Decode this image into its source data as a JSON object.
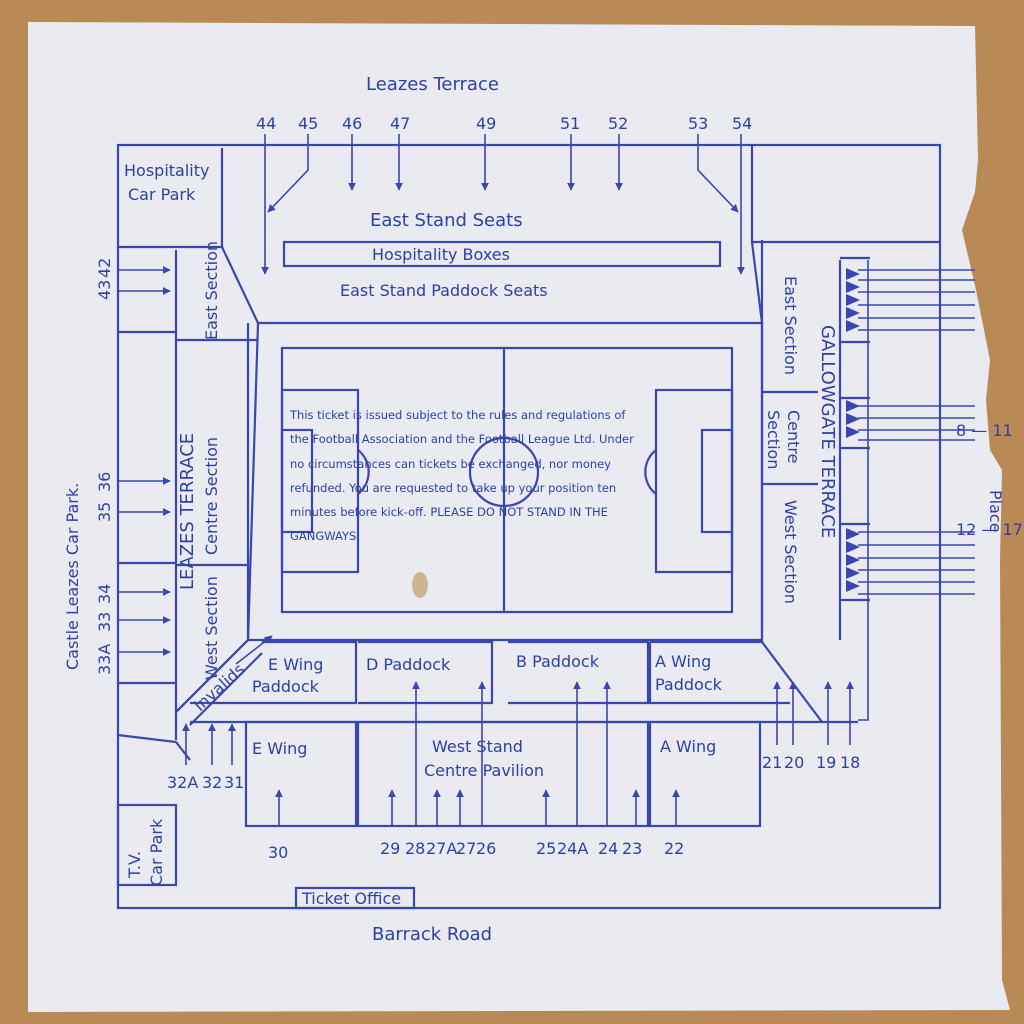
{
  "colors": {
    "ink": "#3b46b0",
    "paper": "#e9ebf1",
    "background": "#b98a55"
  },
  "labels": {
    "leazes_terrace_top": "Leazes Terrace",
    "hospitality_car_park_1": "Hospitality",
    "hospitality_car_park_2": "Car Park",
    "east_stand_seats": "East Stand Seats",
    "hospitality_boxes": "Hospitality Boxes",
    "east_stand_paddock": "East Stand Paddock Seats",
    "east_section_left": "East Section",
    "leazes_terrace_side": "LEAZES TERRACE",
    "centre_section_left": "Centre Section",
    "west_section_left": "West Section",
    "castle_leazes_car_park": "Castle Leazes Car Park.",
    "invalids": "Invalids",
    "east_section_right": "East Section",
    "gallowgate_terrace": "GALLOWGATE TERRACE",
    "centre_section_right_1": "Centre",
    "centre_section_right_2": "Section",
    "west_section_right": "West Section",
    "place": "Place",
    "e_wing_paddock_1": "E Wing",
    "e_wing_paddock_2": "Paddock",
    "d_paddock": "D Paddock",
    "b_paddock": "B Paddock",
    "a_wing_paddock_1": "A Wing",
    "a_wing_paddock_2": "Paddock",
    "e_wing": "E Wing",
    "west_stand_1": "West Stand",
    "west_stand_2": "Centre Pavilion",
    "a_wing": "A Wing",
    "tv_car_park_1": "T.V.",
    "tv_car_park_2": "Car Park",
    "ticket_office": "Ticket Office",
    "barrack_road": "Barrack Road"
  },
  "notice": [
    "This ticket is issued subject to the rules and regulations of",
    "the Football Association and the Football League Ltd. Under",
    "no circumstances can tickets be exchanged, nor money",
    "refunded. You are requested to take up your position ten",
    "minutes before kick-off. PLEASE DO NOT STAND IN THE",
    "GANGWAYS"
  ],
  "gates": {
    "top": [
      "44",
      "45",
      "46",
      "47",
      "49",
      "51",
      "52",
      "53",
      "54"
    ],
    "left_top": [
      "43",
      "42"
    ],
    "left_mid": [
      "35",
      "36"
    ],
    "left_low": [
      "33A",
      "33",
      "34"
    ],
    "bottom_left": [
      "32A",
      "32",
      "31"
    ],
    "bottom_right_stand": [
      "21",
      "20",
      "19",
      "18"
    ],
    "bottom": [
      "30",
      "29",
      "28",
      "27A",
      "27",
      "26",
      "25",
      "24A",
      "24",
      "23",
      "22"
    ],
    "right_mid": "8 — 11",
    "right_low": "12 — 17"
  }
}
